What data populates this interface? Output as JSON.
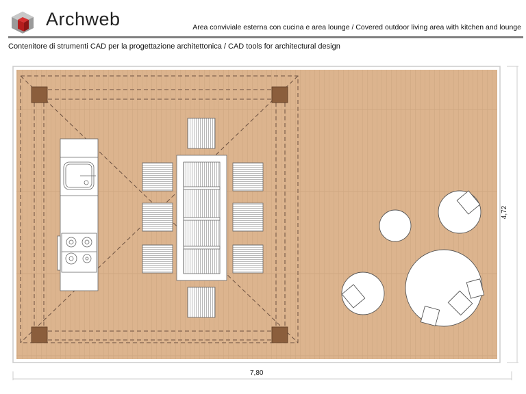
{
  "header": {
    "brand": "Archweb",
    "title": "Area conviviale esterna con cucina e area lounge /  Covered outdoor living area with kitchen and lounge",
    "subtitle": "Contenitore di strumenti CAD per la progettazione architettonica  /  CAD tools for architectural design"
  },
  "drawing": {
    "floor_color": "#dcb48e",
    "plank_line_color": "#c9a07a",
    "post_color": "#8b5e3c",
    "dashed_color": "#6b5040",
    "dimensions": {
      "width_label": "7,80",
      "depth_label": "4,72"
    },
    "elements": [
      "kitchen-island",
      "dining-table",
      "dining-chair",
      "lounge-armchair",
      "round-sofa",
      "side-table",
      "pergola-post"
    ]
  }
}
